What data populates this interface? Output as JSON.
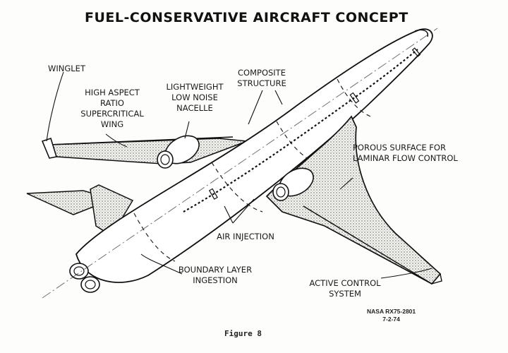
{
  "title": "FUEL-CONSERVATIVE AIRCRAFT CONCEPT",
  "labels": {
    "winglet": "WINGLET",
    "wing": [
      "HIGH ASPECT",
      "RATIO",
      "SUPERCRITICAL",
      "WING"
    ],
    "nacelle": [
      "LIGHTWEIGHT",
      "LOW NOISE",
      "NACELLE"
    ],
    "composite": [
      "COMPOSITE",
      "STRUCTURE"
    ],
    "porous": [
      "POROUS SURFACE FOR",
      "LAMINAR FLOW CONTROL"
    ],
    "air_injection": "AIR INJECTION",
    "boundary_layer": [
      "BOUNDARY LAYER",
      "INGESTION"
    ],
    "active_control": [
      "ACTIVE CONTROL",
      "SYSTEM"
    ]
  },
  "credit": [
    "NASA RX75-2801",
    "7-2-74"
  ],
  "figure_caption": "Figure 8"
}
